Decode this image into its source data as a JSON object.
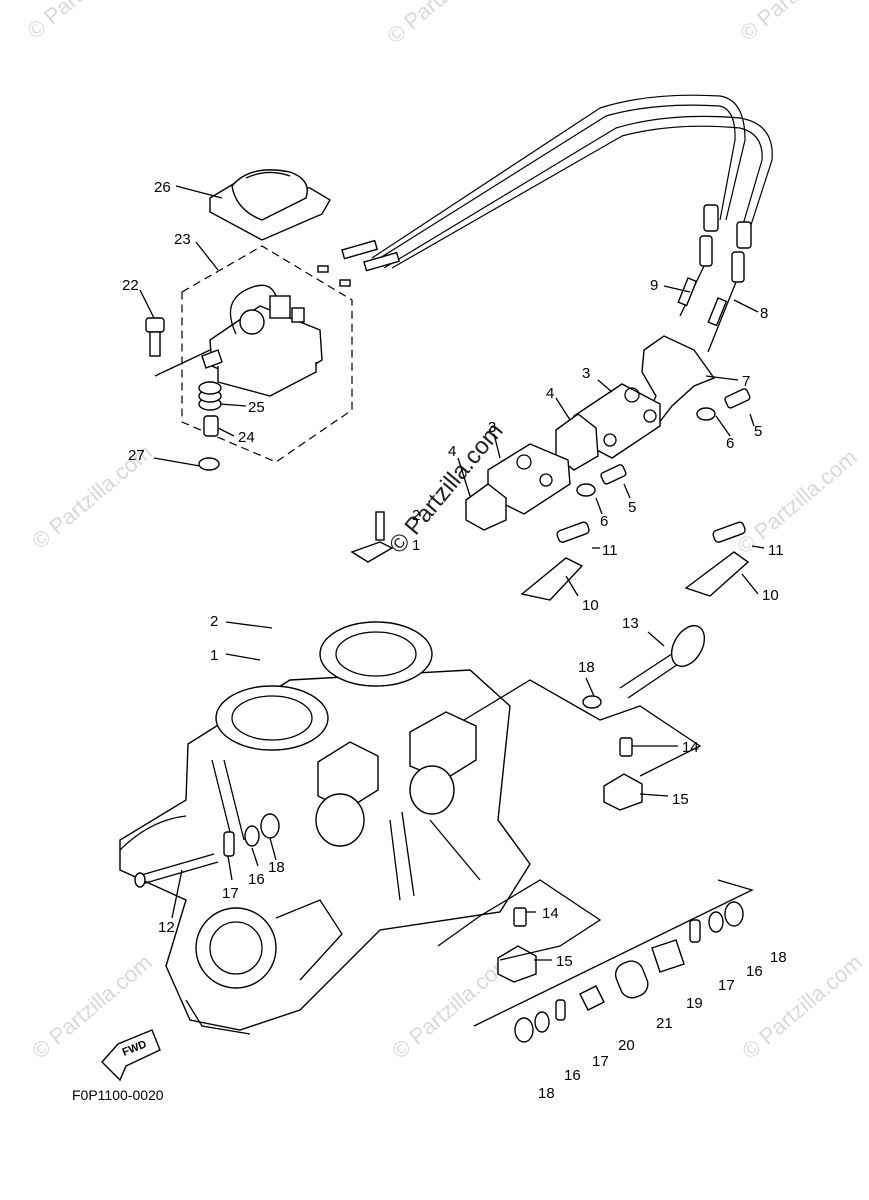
{
  "watermark_text": "© Partzilla.com",
  "drawing_code": "F0P1100-0020",
  "fwd_badge": "FWD",
  "labels": [
    "26",
    "23",
    "22",
    "25",
    "24",
    "27",
    "9",
    "8",
    "7",
    "3",
    "4",
    "5",
    "6",
    "3",
    "4",
    "5",
    "6",
    "2",
    "1",
    "11",
    "10",
    "11",
    "10",
    "2",
    "1",
    "13",
    "18",
    "14",
    "15",
    "17",
    "16",
    "18",
    "12",
    "14",
    "15",
    "17",
    "16",
    "18",
    "19",
    "21",
    "20",
    "17",
    "16",
    "18"
  ]
}
